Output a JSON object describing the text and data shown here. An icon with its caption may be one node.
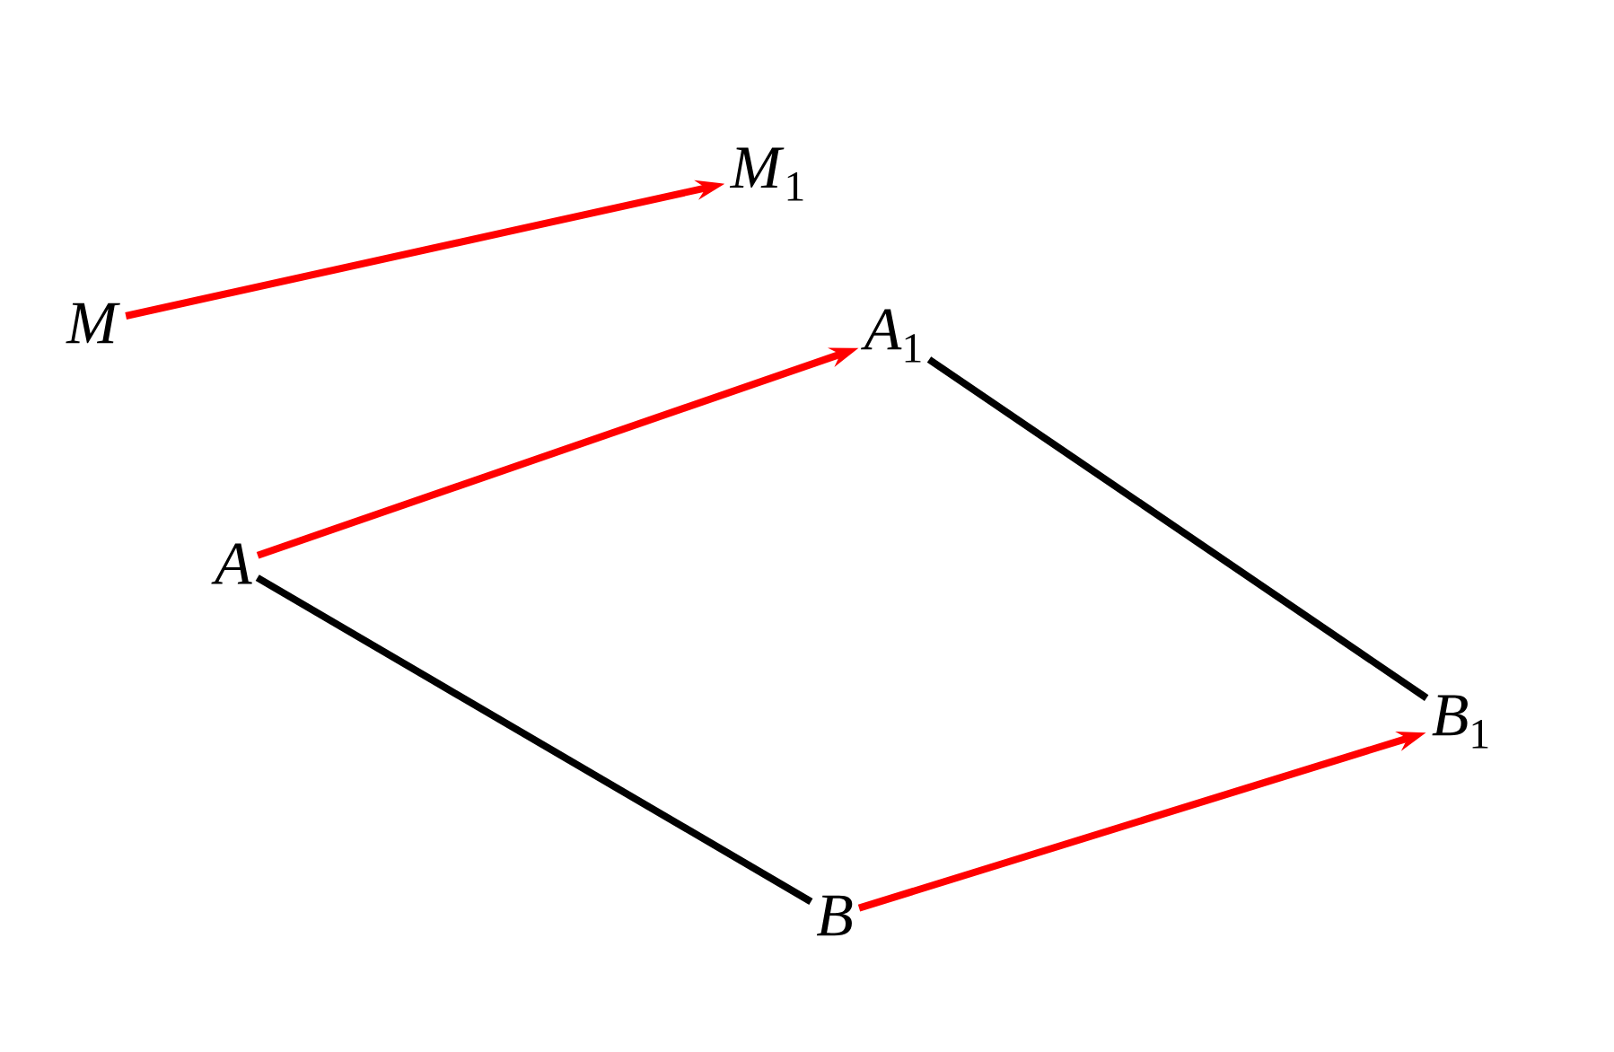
{
  "diagram": {
    "nodes": [
      {
        "text": [
          "*M*"
        ]
      },
      {
        "text": [
          "*M*$_{1}$"
        ]
      },
      {
        "text": [
          "*A*"
        ]
      },
      {
        "text": [
          "*A*$_{1}$"
        ]
      },
      {
        "text": [
          "*B*"
        ]
      },
      {
        "text": [
          "*B*$_{1}$"
        ]
      }
    ],
    "edges": [
      {
        "from": 0,
        "to": 1,
        "arrow": "to"
      },
      {
        "from": 2,
        "to": 3,
        "arrow": "to"
      },
      {
        "from": 4,
        "to": 5,
        "arrow": "to"
      },
      {
        "from": 2,
        "to": 4,
        "arrow": "none",
        "color": "#000000"
      },
      {
        "from": 3,
        "to": 5,
        "arrow": "none",
        "color": "#000000"
      }
    ]
  }
}
